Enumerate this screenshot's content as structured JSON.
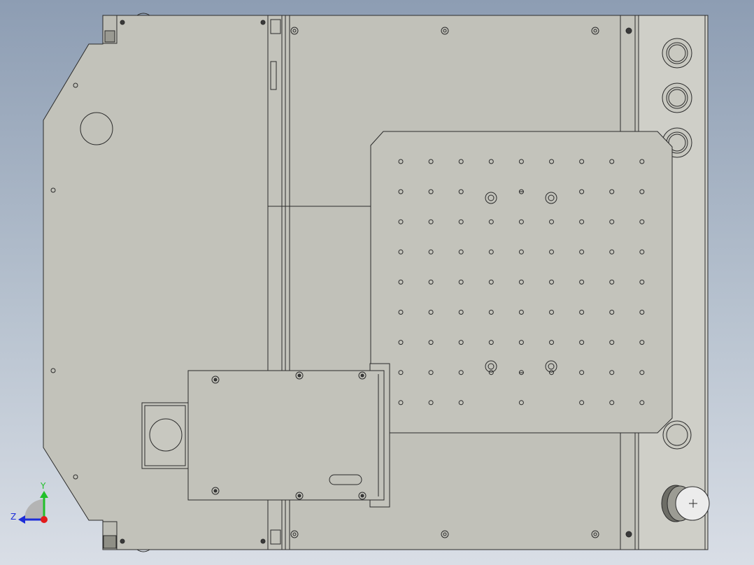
{
  "viewport": {
    "background_top": "#8d9db3",
    "background_bottom": "#d9dee6"
  },
  "model": {
    "face_color": "#c1c1b9",
    "plate_color": "#c3c3bb",
    "edge_color": "#2b2b2b",
    "hole_grid_columns": 9,
    "hole_grid_rows": 9
  },
  "triad": {
    "y_label": "Y",
    "z_label": "Z",
    "y_color": "#22c02a",
    "z_color": "#1c2cd8",
    "origin_color": "#e21b1b"
  }
}
